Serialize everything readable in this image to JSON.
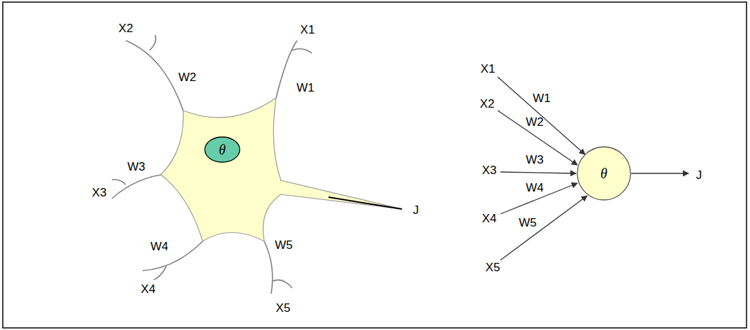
{
  "diagram": {
    "nodes": [
      {
        "text": [
          "θ"
        ]
      },
      {
        "text": [
          "θ"
        ]
      }
    ],
    "labels": [
      "X2",
      "W2",
      "X1",
      "W1",
      "W3",
      "X3",
      "W4",
      "X4",
      "W5",
      "X5",
      "J",
      "X1",
      "W1",
      "X2",
      "W2",
      "X3",
      "W3",
      "X4",
      "W4",
      "X5",
      "W5",
      "J"
    ]
  }
}
